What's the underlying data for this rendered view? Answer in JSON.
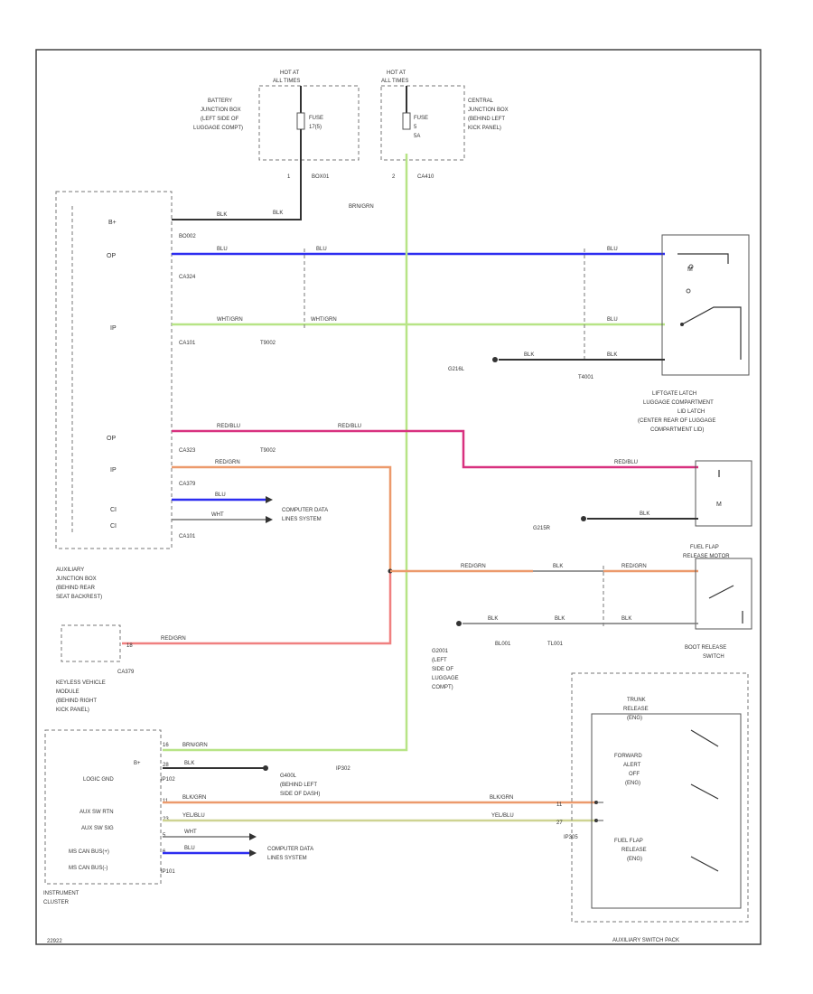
{
  "page_id": "22922",
  "fuses": {
    "left": {
      "hot": "HOT AT",
      "hot2": "ALL TIMES",
      "box": [
        "BATTERY",
        "JUNCTION BOX",
        "(LEFT SIDE OF",
        "LUGGAGE COMPT)"
      ],
      "fuse": "FUSE",
      "rating": "17(5)",
      "pin": "1",
      "conn": "BOX01"
    },
    "right": {
      "hot": "HOT AT",
      "hot2": "ALL TIMES",
      "box": [
        "CENTRAL",
        "JUNCTION BOX",
        "(BEHIND LEFT",
        "KICK PANEL)"
      ],
      "fuse": "FUSE",
      "rating": "5",
      "rating2": "5A",
      "pin": "2",
      "conn": "CA410"
    }
  },
  "wire_colors": {
    "blk": "BLK",
    "brn_grn": "BRN/GRN",
    "blu": "BLU",
    "wht_grn": "WHT/GRN",
    "red_blu": "RED/BLU",
    "red_grn": "RED/GRN",
    "wht": "WHT",
    "blk_grn": "BLK/GRN",
    "yel_blu": "YEL/BLU"
  },
  "aux_module": {
    "pins": [
      "B+",
      "OP",
      "IP",
      "OP",
      "IP",
      "CI",
      "CI"
    ],
    "conns": [
      "BO002",
      "CA324",
      "CA101",
      "CA323",
      "CA379",
      "CA101"
    ],
    "splices": [
      "T9002",
      "T9002"
    ],
    "label": [
      "AUXILIARY",
      "JUNCTION BOX",
      "(BEHIND REAR",
      "SEAT BACKREST)"
    ]
  },
  "computer_data": [
    "COMPUTER DATA",
    "LINES SYSTEM"
  ],
  "liftgate": {
    "label": [
      "LIFTGATE LATCH",
      "LUGGAGE COMPARTMENT",
      "LID LATCH",
      "(CENTER REAR OF LUGGAGE",
      "COMPARTMENT LID)"
    ],
    "m": "M",
    "conn": "T4001",
    "ground": "G216L"
  },
  "fuel_flap": {
    "label": [
      "FUEL FLAP",
      "RELEASE MOTOR"
    ],
    "m": "M",
    "ground": "G215R"
  },
  "boot": {
    "label": [
      "BOOT RELEASE",
      "SWITCH"
    ],
    "conns": [
      "BL001",
      "TL001"
    ],
    "ground": [
      "G2001",
      "(LEFT",
      "SIDE OF",
      "LUGGAGE",
      "COMPT)"
    ]
  },
  "keyless": {
    "label": [
      "KEYLESS VEHICLE",
      "MODULE",
      "(BEHIND RIGHT",
      "KICK PANEL)"
    ],
    "pin": "18",
    "conn": "CA379"
  },
  "cluster": {
    "pins": [
      "B+",
      "LOGIC GND",
      "AUX SW RTN",
      "AUX SW SIG",
      "MS CAN BUS(+)",
      "MS CAN BUS(-)"
    ],
    "pin_nums": [
      "16",
      "28",
      "11",
      "23",
      "5",
      "6"
    ],
    "conns": [
      "IP102",
      "IP102",
      "IP101"
    ],
    "label": [
      "INSTRUMENT",
      "CLUSTER"
    ],
    "splice": "IP302",
    "ground": [
      "G400L",
      "(BEHIND LEFT",
      "SIDE OF DASH)"
    ]
  },
  "switch_pack": {
    "label": "AUXILIARY SWITCH PACK",
    "conn": "IP305",
    "pin_nums": [
      "11",
      "27"
    ],
    "switches": [
      [
        "TRUNK",
        "RELEASE",
        "(ENG)"
      ],
      [
        "FORWARD",
        "ALERT",
        "OFF",
        "(ENG)"
      ],
      [
        "FUEL FLAP",
        "RELEASE",
        "(ENG)"
      ]
    ]
  }
}
